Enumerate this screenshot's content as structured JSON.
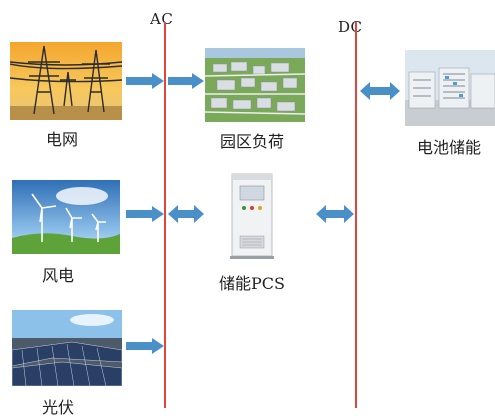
{
  "buses": {
    "ac_label": "AC",
    "dc_label": "DC"
  },
  "nodes": {
    "grid": "电网",
    "wind": "风电",
    "solar": "光伏",
    "park_load": "园区负荷",
    "pcs": "储能PCS",
    "battery": "电池储能"
  },
  "colors": {
    "bus": "#e0463e",
    "arrow": "#4a90c8"
  }
}
